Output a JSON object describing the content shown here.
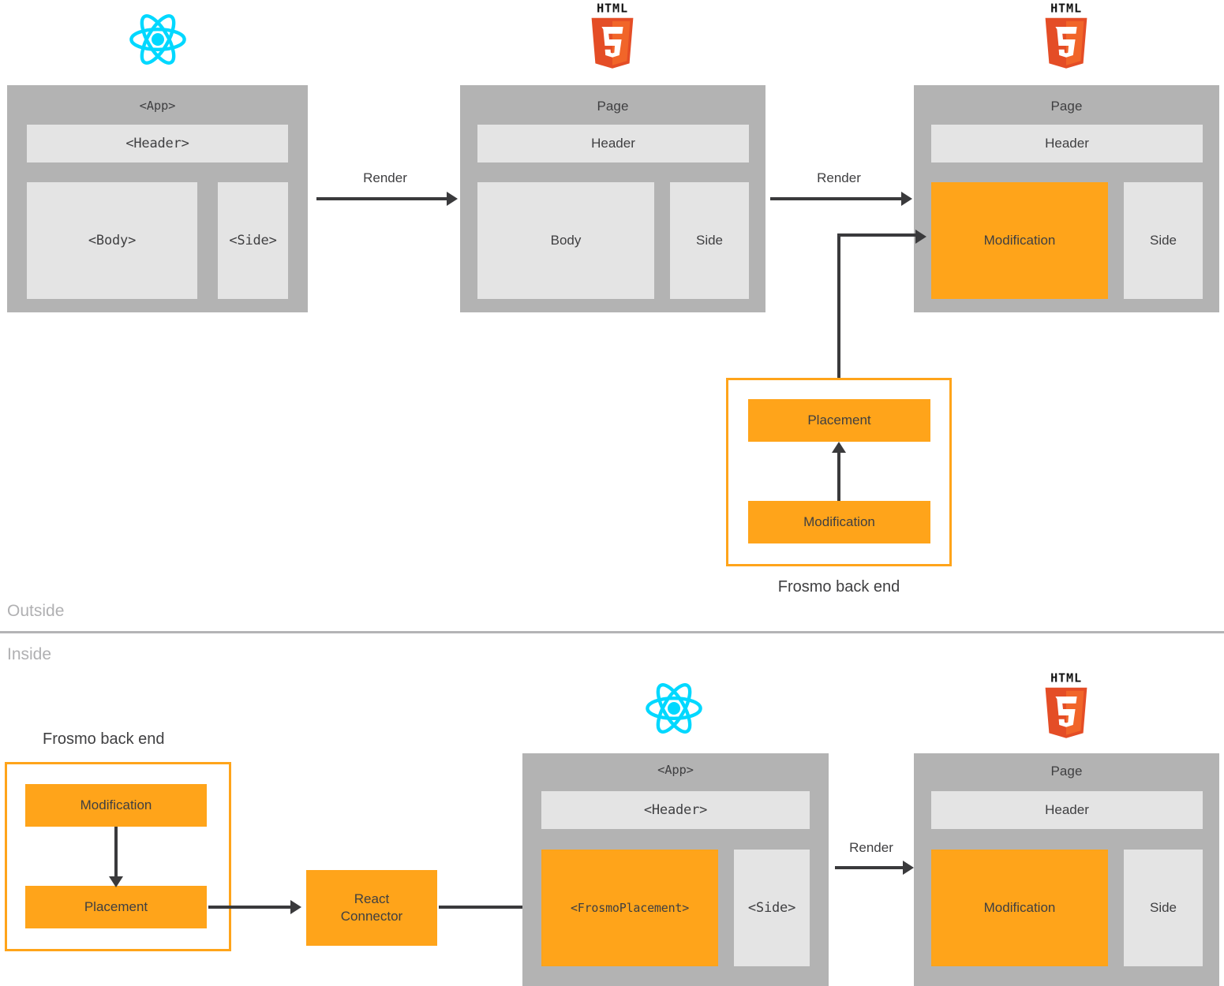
{
  "meta": {
    "colors": {
      "orange": "#FFA41A",
      "gray_container": "#B3B3B3",
      "gray_inner": "#E4E4E4",
      "arrow": "#3A3A3C",
      "divider": "#B4B4B6",
      "zone_label": "#B0B0B2",
      "react_cyan": "#00D8FF",
      "html5_orange": "#E44D26",
      "html5_orange_light": "#F16529"
    }
  },
  "zones": {
    "outside": "Outside",
    "inside": "Inside"
  },
  "top_row": {
    "app_block": {
      "logo": "react-logo",
      "title": "<App>",
      "header": "<Header>",
      "body": "<Body>",
      "side": "<Side>"
    },
    "arrow_1_label": "Render",
    "page_block": {
      "logo": "html5-logo",
      "title": "Page",
      "header": "Header",
      "body": "Body",
      "side": "Side"
    },
    "arrow_2_label": "Render",
    "page_modified_block": {
      "logo": "html5-logo",
      "title": "Page",
      "header": "Header",
      "body": "Modification",
      "side": "Side"
    }
  },
  "frosmo_top": {
    "caption": "Frosmo back end",
    "placement": "Placement",
    "modification": "Modification"
  },
  "bottom_row": {
    "frosmo": {
      "caption": "Frosmo back end",
      "modification": "Modification",
      "placement": "Placement"
    },
    "connector": {
      "line1": "React",
      "line2": "Connector"
    },
    "app_block": {
      "logo": "react-logo",
      "title": "<App>",
      "header": "<Header>",
      "body": "<FrosmoPlacement>",
      "side": "<Side>"
    },
    "arrow_label": "Render",
    "page_block": {
      "logo": "html5-logo",
      "title": "Page",
      "header": "Header",
      "body": "Modification",
      "side": "Side"
    }
  }
}
